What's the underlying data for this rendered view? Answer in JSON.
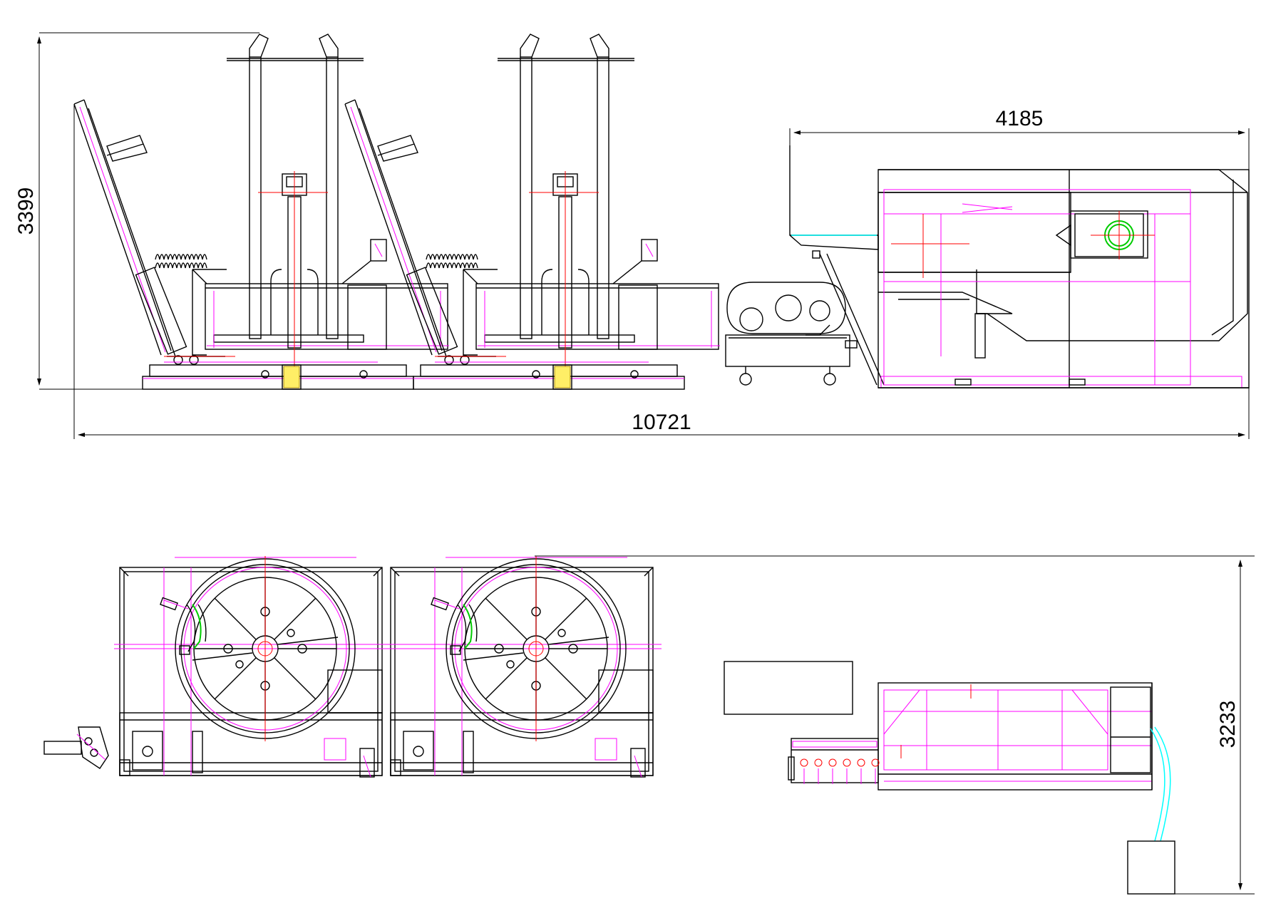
{
  "dimensions": {
    "total_height_side": "3399",
    "dryer_length": "4185",
    "total_length": "10721",
    "top_view_depth": "3233"
  },
  "colors": {
    "outline": "#000000",
    "hidden_parts": "#ff00ff",
    "centerlines": "#ff0000",
    "highlight": "#00cc00",
    "hoses": "#00ffff"
  }
}
